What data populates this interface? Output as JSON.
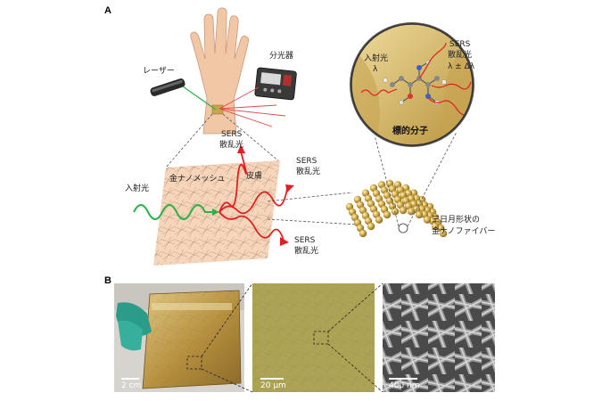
{
  "panel_a": {
    "label": "A",
    "laser": "レーザー",
    "spectrometer": "分光器",
    "incident_left": "入射光",
    "mesh": "金ナノメッシュ",
    "skin": "皮膚",
    "sers_top": [
      "SERS",
      "散乱光"
    ],
    "sers_right": [
      "SERS",
      "散乱光"
    ],
    "sers_bottom": [
      "SERS",
      "散乱光"
    ],
    "circle_incident": [
      "入射光",
      "λ"
    ],
    "circle_sers": [
      "SERS",
      "散乱光",
      "λ ± Δλ"
    ],
    "target_molecule": "標的分子",
    "crescent": [
      "三日月形状の",
      "金ナノファイバー"
    ]
  },
  "panel_b": {
    "label": "B",
    "scale_1": "2 cm",
    "scale_2": "20 µm",
    "scale_3": "400 nm"
  },
  "colors": {
    "skin": "#f6d3b6",
    "gold": "#c9a44a",
    "incident": "#2bb24c",
    "scatter": "#e02020",
    "zoom_gold": "#d9bf74"
  }
}
